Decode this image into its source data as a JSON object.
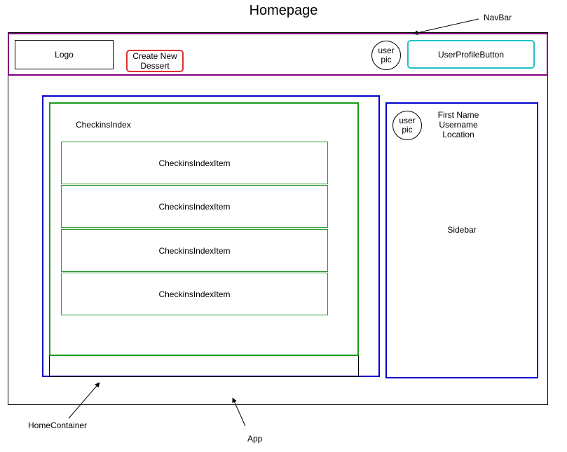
{
  "title": "Homepage",
  "annotations": {
    "navbar": "NavBar",
    "home_container": "HomeContainer",
    "app": "App"
  },
  "navbar": {
    "logo": "Logo",
    "create_button": "Create New\nDessert",
    "user_pic": "user\npic",
    "profile_button": "UserProfileButton"
  },
  "checkins": {
    "title": "CheckinsIndex",
    "items": [
      {
        "label": "CheckinsIndexItem"
      },
      {
        "label": "CheckinsIndexItem"
      },
      {
        "label": "CheckinsIndexItem"
      },
      {
        "label": "CheckinsIndexItem"
      }
    ]
  },
  "sidebar": {
    "user_pic": "user\npic",
    "info": "First Name\nUsername\nLocation",
    "label": "Sidebar"
  },
  "colors": {
    "navbar_border": "#800080",
    "create_button_border": "#e03030",
    "profile_button_border": "#20c0c8",
    "home_container_border": "#0000cc",
    "checkins_border": "#1a9a1a",
    "sidebar_border": "#0000cc"
  }
}
